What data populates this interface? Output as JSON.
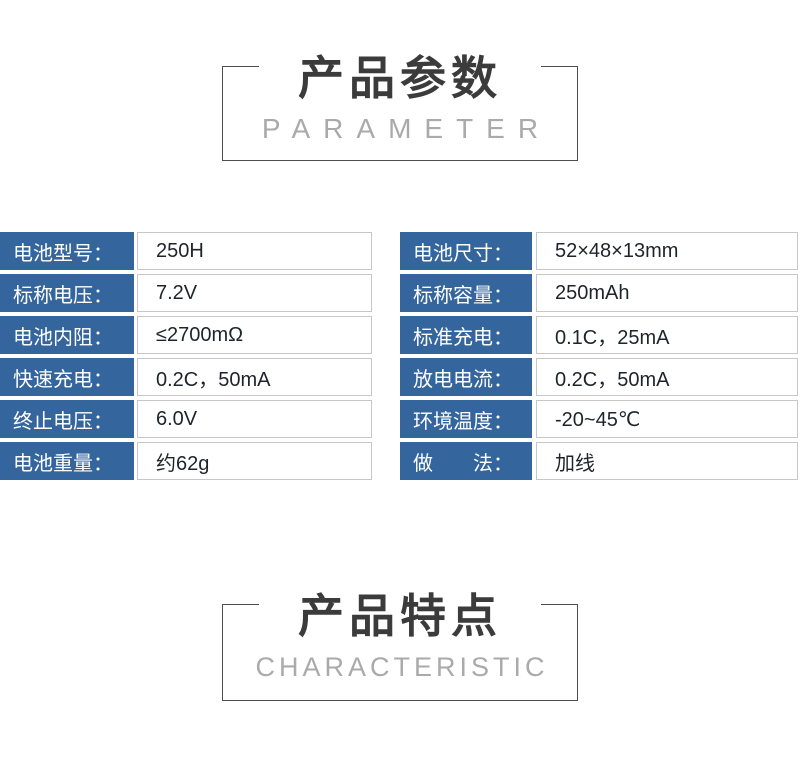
{
  "parameter_header": {
    "title_cn": "产品参数",
    "title_en": "PARAMETER"
  },
  "characteristic_header": {
    "title_cn": "产品特点",
    "title_en": "CHARACTERISTIC"
  },
  "colors": {
    "label_bg": "#34659c",
    "label_text": "#ffffff",
    "value_text": "#1f242b",
    "value_border": "#c7c7c7",
    "box_border": "#4d4d4d",
    "title_cn": "#3b3b3b",
    "title_en": "#aaaaaa"
  },
  "spec_table": {
    "left_rows": [
      {
        "label": "电池型号：",
        "value": "250H"
      },
      {
        "label": "标称电压：",
        "value": "7.2V"
      },
      {
        "label": "电池内阻：",
        "value": "≤2700mΩ"
      },
      {
        "label": "快速充电：",
        "value": "0.2C，50mA"
      },
      {
        "label": "终止电压：",
        "value": "6.0V"
      },
      {
        "label": "电池重量：",
        "value": "约62g"
      }
    ],
    "right_rows": [
      {
        "label": "电池尺寸：",
        "value": "52×48×13mm"
      },
      {
        "label": "标称容量：",
        "value": "250mAh"
      },
      {
        "label": "标准充电：",
        "value": "0.1C，25mA"
      },
      {
        "label": "放电电流：",
        "value": "0.2C，50mA"
      },
      {
        "label": "环境温度：",
        "value": "-20~45℃"
      },
      {
        "label": "做　　法：",
        "value": "加线"
      }
    ]
  }
}
